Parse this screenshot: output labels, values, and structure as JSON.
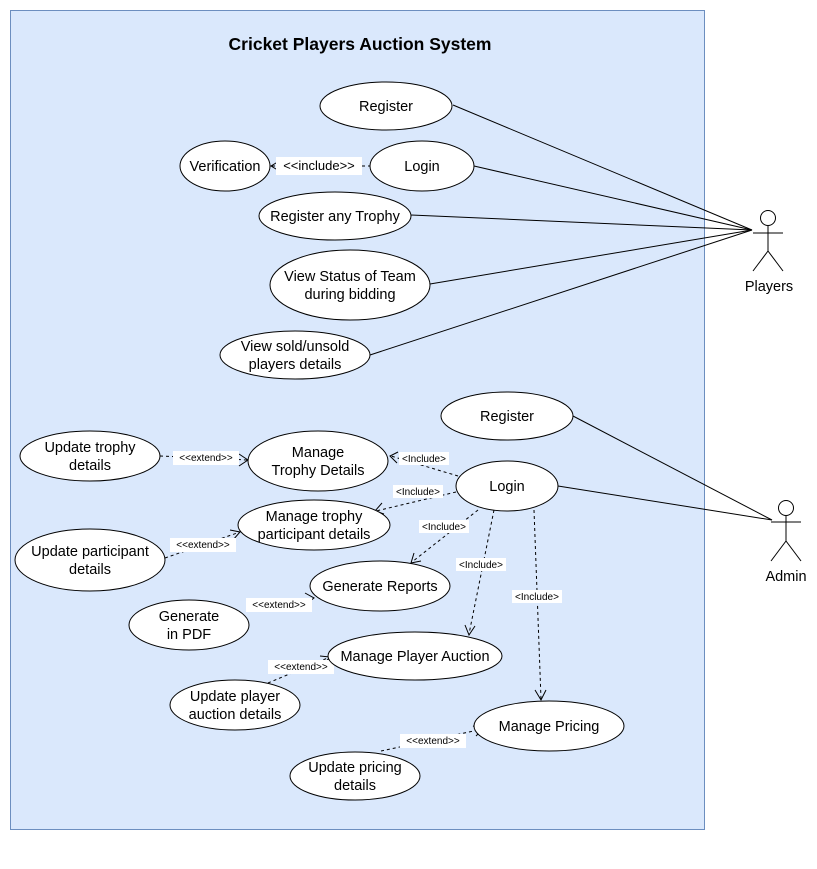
{
  "diagram": {
    "title": "Cricket Players Auction System",
    "colors": {
      "system_fill": "#dae8fc",
      "system_stroke": "#6c8ebf"
    },
    "actors": {
      "players": "Players",
      "admin": "Admin"
    },
    "use_cases": {
      "p_register": [
        "Register"
      ],
      "verification": [
        "Verification"
      ],
      "p_login": [
        "Login"
      ],
      "register_trophy": [
        "Register any Trophy"
      ],
      "view_status": [
        "View Status of Team",
        "during bidding"
      ],
      "view_sold": [
        "View sold/unsold",
        "players details"
      ],
      "a_register": [
        "Register"
      ],
      "a_login": [
        "Login"
      ],
      "update_trophy": [
        "Update trophy",
        "details"
      ],
      "manage_trophy": [
        "Manage",
        "Trophy Details"
      ],
      "manage_participant": [
        "Manage trophy",
        "participant details"
      ],
      "update_participant": [
        "Update participant",
        "details"
      ],
      "generate_reports": [
        "Generate Reports"
      ],
      "generate_pdf": [
        "Generate",
        "in PDF"
      ],
      "manage_auction": [
        "Manage Player Auction"
      ],
      "update_auction": [
        "Update player",
        "auction details"
      ],
      "manage_pricing": [
        "Manage Pricing"
      ],
      "update_pricing": [
        "Update pricing",
        "details"
      ]
    },
    "relations": {
      "include_login_verification": "<<include>>",
      "include_manage_trophy": "<Include>",
      "include_manage_participant": "<Include>",
      "include_generate_reports": "<Include>",
      "include_manage_auction": "<Include>",
      "include_manage_pricing": "<Include>",
      "extend_trophy": "<<extend>>",
      "extend_participant": "<<extend>>",
      "extend_pdf": "<<extend>>",
      "extend_auction": "<<extend>>",
      "extend_pricing": "<<extend>>"
    }
  }
}
